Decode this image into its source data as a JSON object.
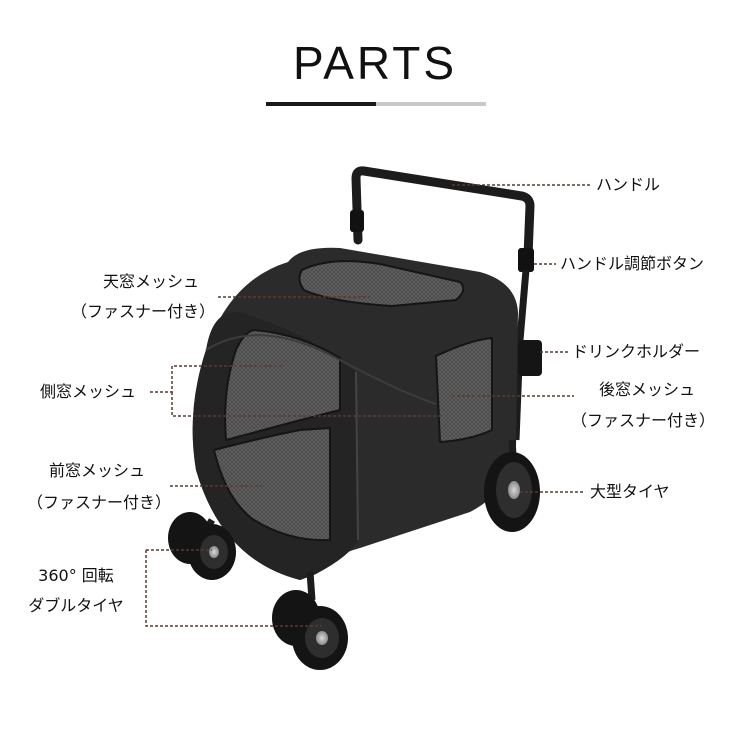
{
  "title": "PARTS",
  "labels": {
    "handle": "ハンドル",
    "handle_adjust": "ハンドル調節ボタン",
    "top_mesh": "天窓メッシュ",
    "top_mesh_sub": "（ファスナー付き）",
    "drink_holder": "ドリンクホルダー",
    "side_mesh": "側窓メッシュ",
    "rear_mesh": "後窓メッシュ",
    "rear_mesh_sub": "（ファスナー付き）",
    "front_mesh": "前窓メッシュ",
    "front_mesh_sub": "（ファスナー付き）",
    "large_tire": "大型タイヤ",
    "swivel": "360°  回転",
    "double_tire": "ダブルタイヤ"
  },
  "colors": {
    "text": "#111111",
    "leader": "#5a3a30",
    "body": "#2b2b2b",
    "mesh": "#3d3d3d"
  }
}
